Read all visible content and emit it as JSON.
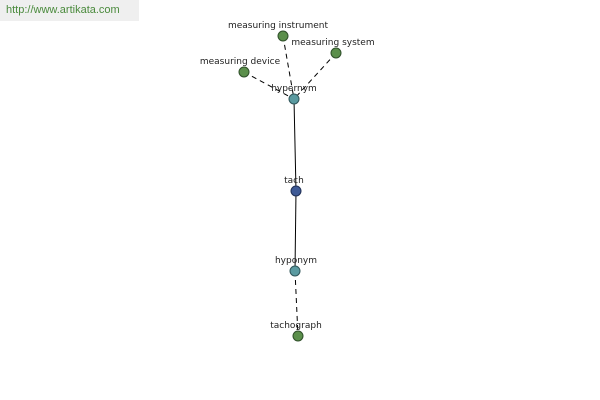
{
  "watermark": "http://www.artikata.com",
  "nodes": {
    "measuring_instrument": "measuring instrument",
    "measuring_system": "measuring system",
    "measuring_device": "measuring device",
    "hypernym": "hypernym",
    "tach": "tach",
    "hyponym": "hyponym",
    "tachograph": "tachograph"
  },
  "colors": {
    "word_node": "#5b8f4b",
    "relation_node": "#5a9aa0",
    "core_node": "#3e5a96"
  }
}
